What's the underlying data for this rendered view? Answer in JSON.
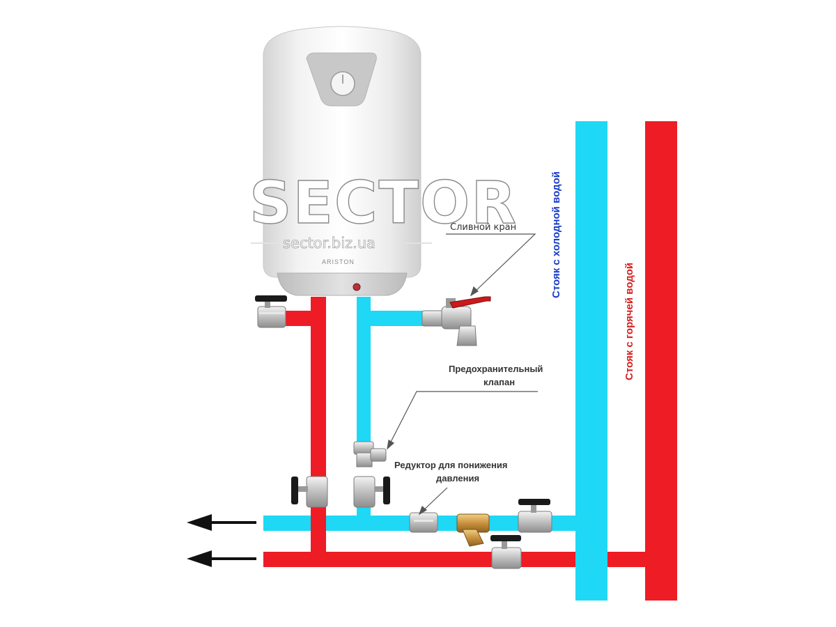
{
  "heater": {
    "brand": "ARISTON"
  },
  "watermark": {
    "title": "SECTOR",
    "site": "sector.biz.ua"
  },
  "labels": {
    "drain_tap": "Сливной кран",
    "safety_valve_line1": "Предохранительный",
    "safety_valve_line2": "клапан",
    "reducer_line1": "Редуктор для понижения",
    "reducer_line2": "давления",
    "cold_riser": "Стояк с холодной водой",
    "hot_riser": "Стояк с горячей водой"
  },
  "colors": {
    "cold": "#1ed8f5",
    "hot": "#ee1c25",
    "cold_text": "#1a3cc8",
    "hot_text": "#d81e1e",
    "arrow": "#111111"
  }
}
